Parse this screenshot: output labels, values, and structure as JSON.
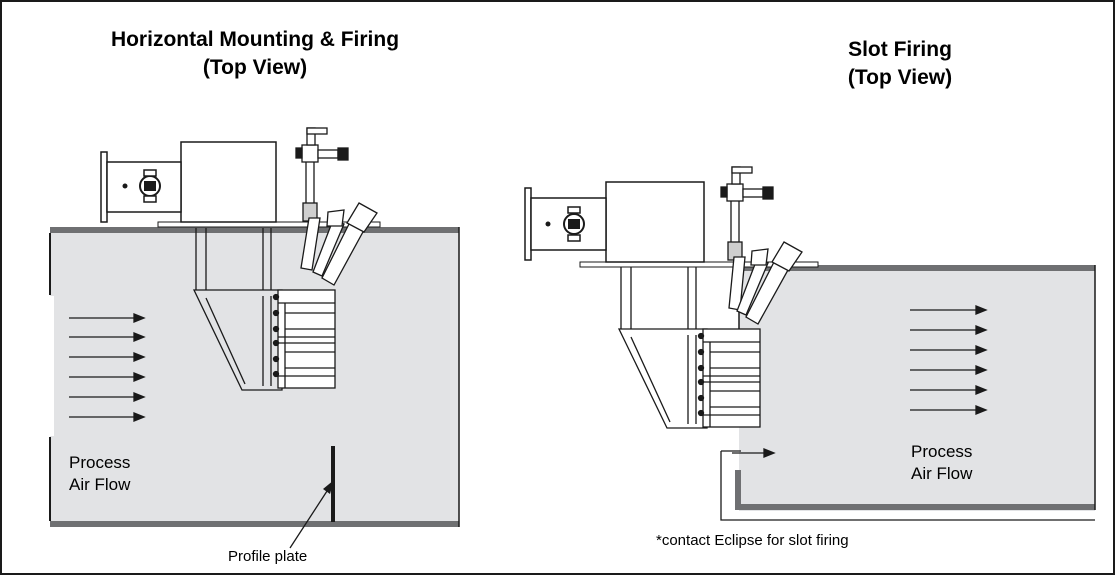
{
  "left": {
    "title_line1": "Horizontal Mounting & Firing",
    "title_line2": "(Top View)",
    "process_line1": "Process",
    "process_line2": "Air Flow",
    "profile_plate": "Profile plate"
  },
  "right": {
    "title_line1": "Slot Firing",
    "title_line2": "(Top View)",
    "process_line1": "Process",
    "process_line2": "Air Flow",
    "note": "*contact Eclipse for slot firing"
  },
  "colors": {
    "duct_fill": "#e2e3e5",
    "duct_wall": "#6f7072",
    "line": "#1a1a1a"
  }
}
